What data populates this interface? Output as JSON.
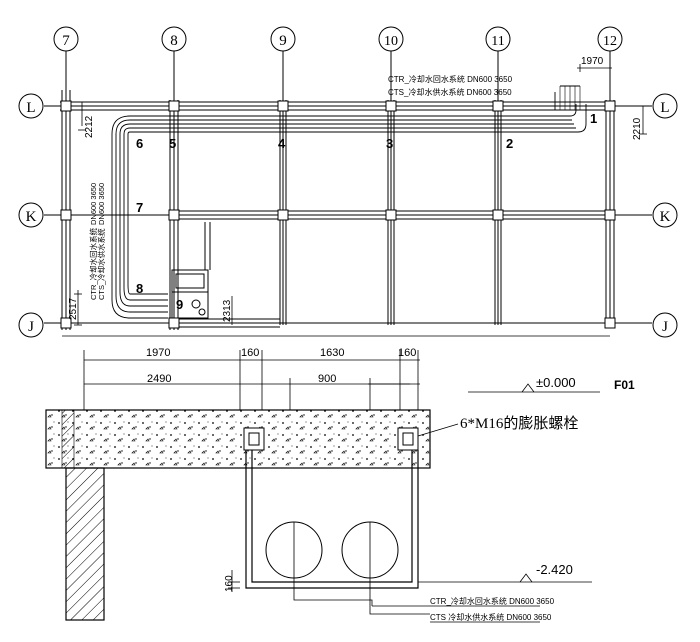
{
  "plan": {
    "grid_columns": [
      "7",
      "8",
      "9",
      "10",
      "11",
      "12"
    ],
    "grid_rows": [
      "L",
      "K",
      "J"
    ],
    "support_points": [
      "1",
      "2",
      "3",
      "4",
      "5",
      "6",
      "7",
      "8",
      "9"
    ],
    "dimensions": {
      "top_right": "1970",
      "left_L": "2212",
      "right_L": "2210",
      "left_bottom": "2517",
      "small_bottom": "2313",
      "bottom_width": "1970"
    },
    "pipe_labels": {
      "horizontal_return": "CTR_冷却水回水系统 DN600 3650",
      "horizontal_supply": "CTS_冷却水供水系统 DN600 3650",
      "vertical_block_1": "DN600 3650",
      "vertical_block_2": "DN600 3650",
      "vertical_return": "CTR_冷却水回水系统",
      "vertical_supply": "CTS_冷却水供水系统"
    }
  },
  "section": {
    "title": "F01",
    "dimensions": {
      "left_pad": "160",
      "span": "1630",
      "right_pad": "160",
      "overall": "2490",
      "inner": "900",
      "bottom_clear": "160"
    },
    "elevations": {
      "top": "±0.000",
      "bottom": "-2.420"
    },
    "bolt_note": "6*M16的膨胀螺栓",
    "pipe_return": "CTR_冷却水回水系统 DN600 3650",
    "pipe_supply": "CTS 冷却水供水系统 DN600 3650"
  }
}
